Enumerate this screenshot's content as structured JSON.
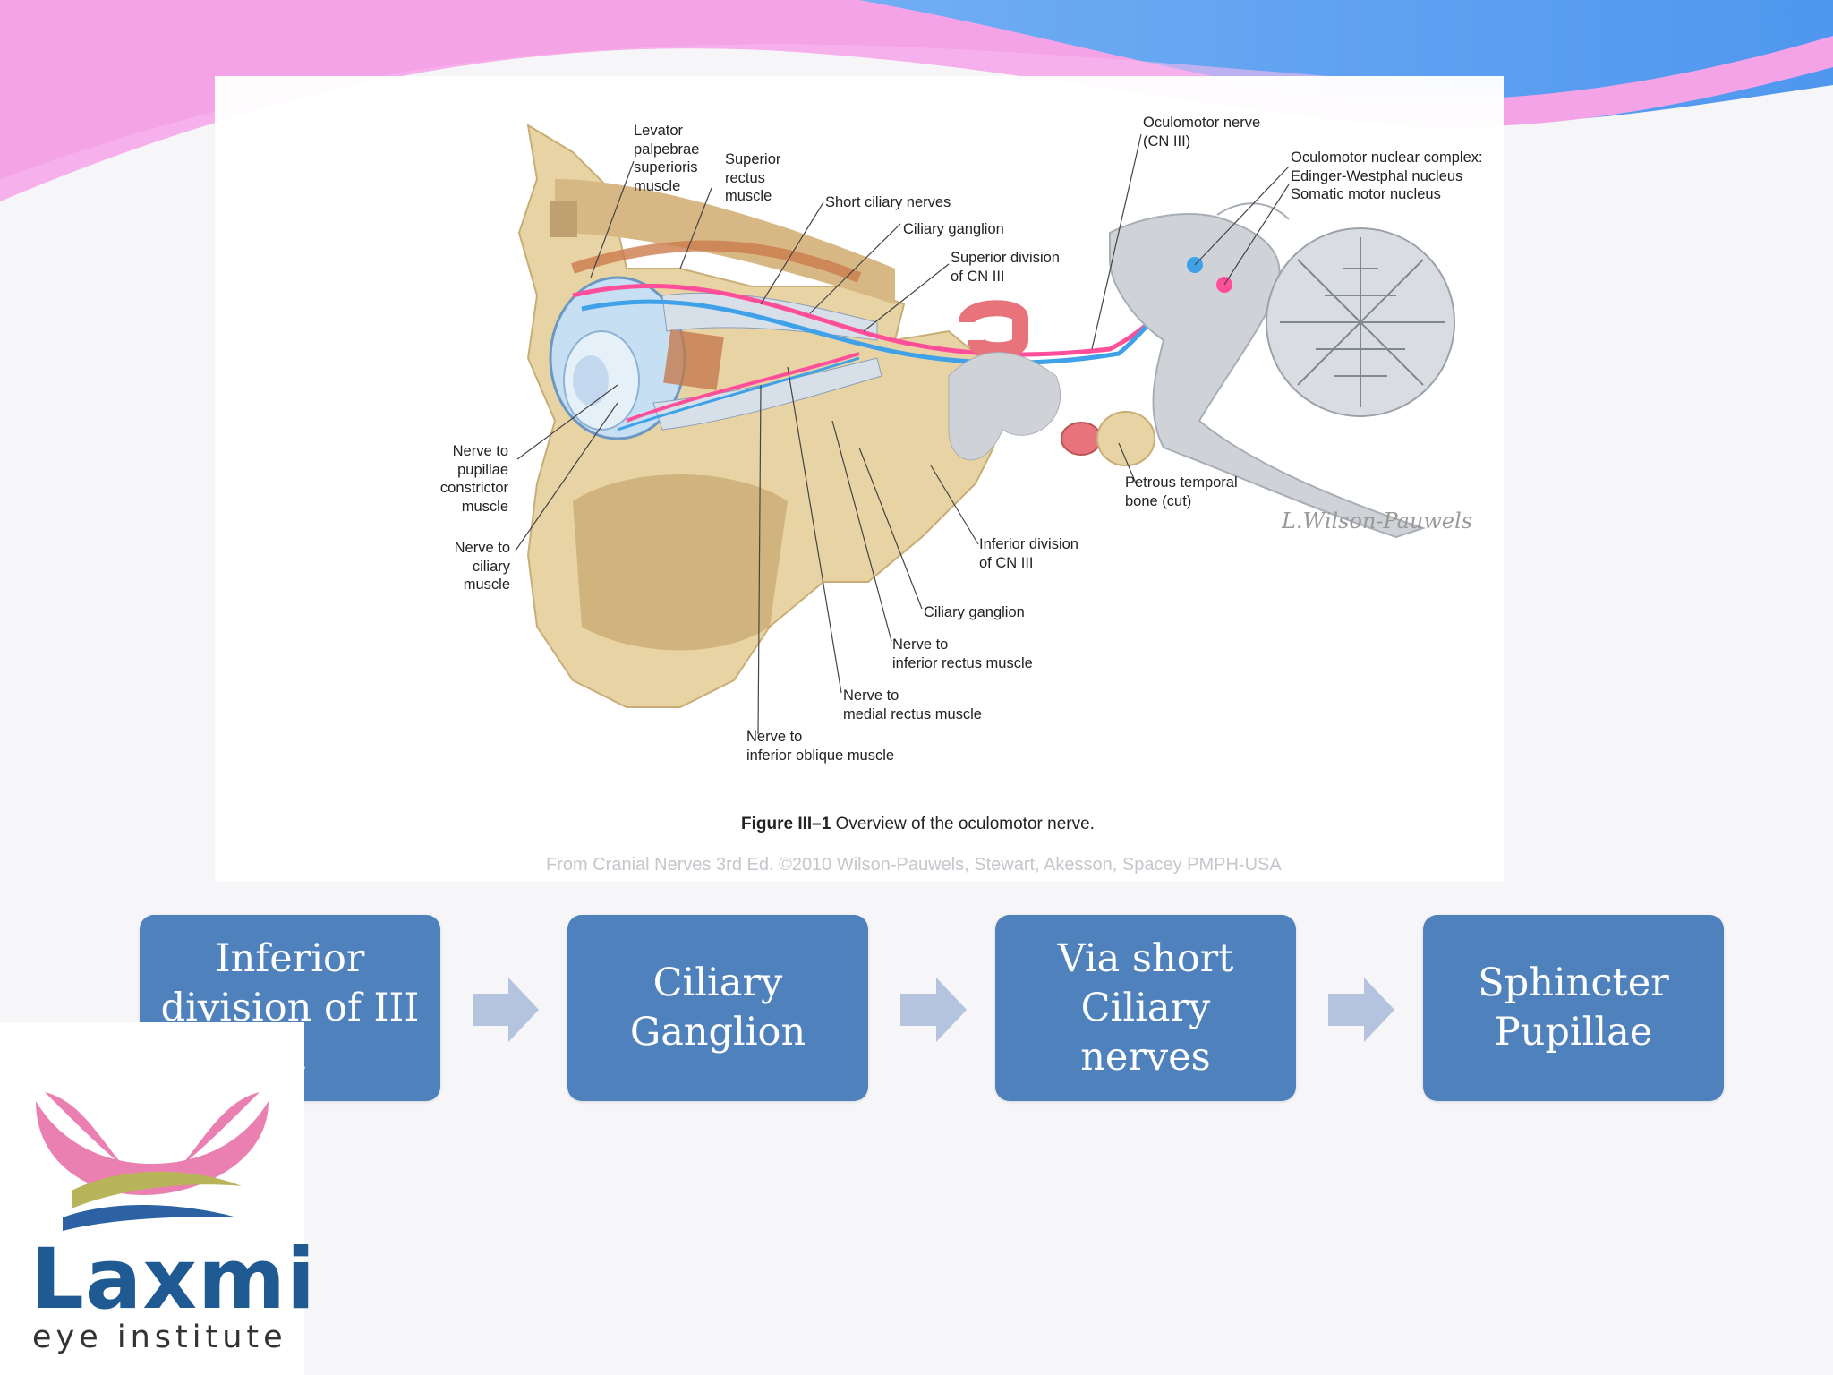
{
  "figure": {
    "caption_bold": "Figure III–1",
    "caption_rest": " Overview of the oculomotor nerve.",
    "credit": "From Cranial Nerves 3rd Ed. ©2010 Wilson-Pauwels, Stewart, Akesson, Spacey PMPH-USA",
    "signature": "L.Wilson-Pauwels",
    "labels": [
      {
        "id": "levator",
        "text": "Levator\npalpebrae\nsuperioris\nmuscle"
      },
      {
        "id": "superior-rectus",
        "text": "Superior\nrectus\nmuscle"
      },
      {
        "id": "short-ciliary",
        "text": "Short ciliary nerves"
      },
      {
        "id": "ciliary-ganglion-top",
        "text": "Ciliary ganglion"
      },
      {
        "id": "superior-division",
        "text": "Superior division\nof CN III"
      },
      {
        "id": "oculomotor-nerve",
        "text": "Oculomotor nerve\n(CN III)"
      },
      {
        "id": "nuclear-complex",
        "text": "Oculomotor nuclear complex:\nEdinger-Westphal nucleus\nSomatic motor nucleus"
      },
      {
        "id": "pupillae-constrictor",
        "text": "Nerve to\npupillae\nconstrictor\nmuscle"
      },
      {
        "id": "ciliary-muscle",
        "text": "Nerve to\nciliary\nmuscle"
      },
      {
        "id": "petrous",
        "text": "Petrous temporal\nbone (cut)"
      },
      {
        "id": "inferior-division",
        "text": "Inferior division\nof CN III"
      },
      {
        "id": "ciliary-ganglion-bottom",
        "text": "Ciliary ganglion"
      },
      {
        "id": "inferior-rectus",
        "text": "Nerve to\ninferior rectus muscle"
      },
      {
        "id": "medial-rectus",
        "text": "Nerve to\nmedial rectus muscle"
      },
      {
        "id": "inferior-oblique",
        "text": "Nerve to\ninferior oblique muscle"
      }
    ]
  },
  "flow": {
    "steps": [
      {
        "text": "Inferior\ndivision of III\nn."
      },
      {
        "text": "Ciliary\nGanglion"
      },
      {
        "text": "Via short\nCiliary\nnerves"
      },
      {
        "text": "Sphincter\nPupillae"
      }
    ]
  },
  "logo": {
    "word": "Laxmi",
    "tagline": "eye institute"
  },
  "colors": {
    "box": "#4f81bd",
    "arrow": "#b4c3de",
    "banner_pink": "#f4a3e7",
    "banner_blue": "#6aaaf4",
    "logo_pink": "#ea7fb2",
    "logo_gold": "#b8b45a",
    "logo_blue": "#2c62a4"
  }
}
